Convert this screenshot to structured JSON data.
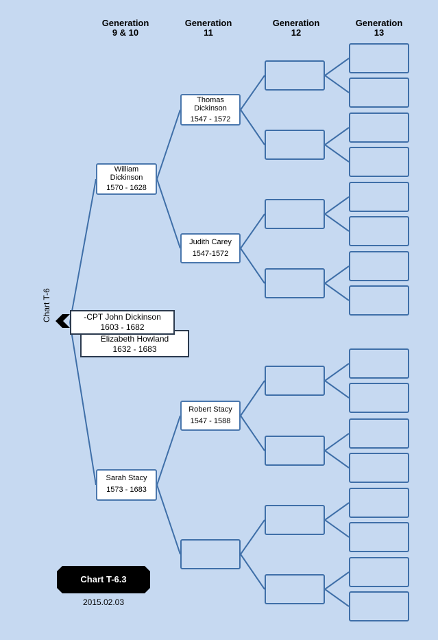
{
  "headers": [
    {
      "line1": "Generation",
      "line2": "9 & 10"
    },
    {
      "line1": "Generation",
      "line2": "11"
    },
    {
      "line1": "Generation",
      "line2": "12"
    },
    {
      "line1": "Generation",
      "line2": "13"
    }
  ],
  "side_label": "Chart T-6",
  "root": {
    "person1_name": "-CPT John Dickinson",
    "person1_dates": "1603 - 1682",
    "person2_name": "Elizabeth Howland",
    "person2_dates": "1632 - 1683"
  },
  "gen10": [
    {
      "name": "William Dickinson",
      "dates": "1570 - 1628"
    },
    {
      "name": "Sarah Stacy",
      "dates": "1573 - 1683"
    }
  ],
  "gen11": [
    {
      "name": "Thomas Dickinson",
      "dates": "1547 - 1572"
    },
    {
      "name": "Judith Carey",
      "dates": "1547-1572"
    },
    {
      "name": "Robert Stacy",
      "dates": "1547 - 1588"
    },
    {
      "name": "",
      "dates": ""
    }
  ],
  "badge": "Chart T-6.3",
  "date": "2015.02.03",
  "colors": {
    "background": "#c6d9f1",
    "line": "#3f6fa8",
    "box_border": "#4a77ad"
  }
}
